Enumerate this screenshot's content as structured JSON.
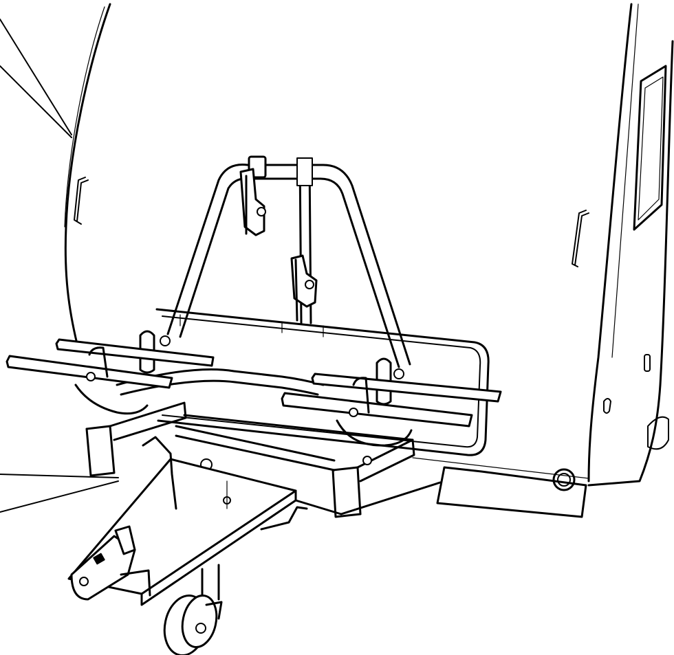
{
  "figure": {
    "colors": {
      "ink": "#000000",
      "paper": "#ffffff"
    },
    "parts": [
      "caravan-body",
      "bike-rack-frame",
      "wheel-holders",
      "drawbar",
      "coupling-head",
      "jockey-wheel",
      "leader-lines"
    ]
  }
}
